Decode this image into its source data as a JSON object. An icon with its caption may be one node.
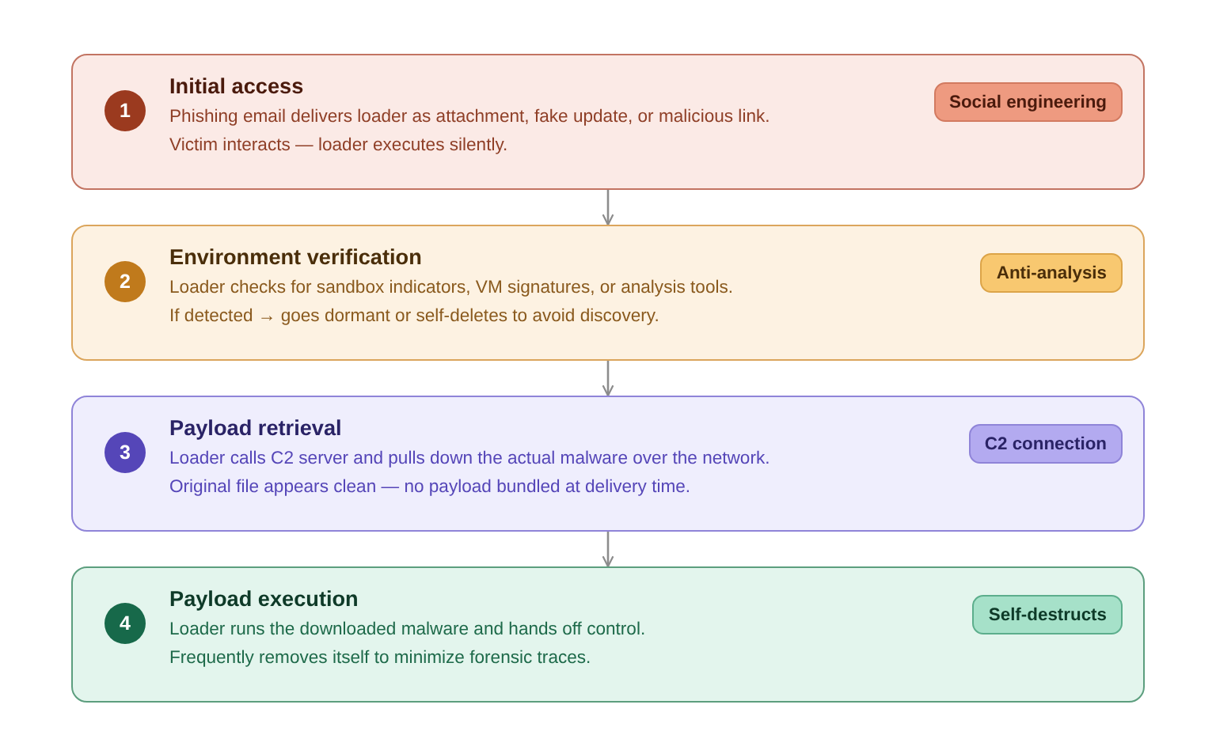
{
  "diagram": {
    "nodes": [
      {
        "text": [
          "Initial access",
          "Phishing email delivers loader as attachment, fake update, or malicious link.",
          "Victim interacts — loader executes silently."
        ]
      },
      {
        "text": [
          "1"
        ],
        "in": 0
      },
      {
        "text": [
          "Social engineering"
        ],
        "in": 0
      },
      {
        "text": [
          "Environment verification",
          "Loader checks for sandbox indicators, VM signatures, or analysis tools.",
          "If detected → goes dormant or self-deletes to avoid discovery."
        ]
      },
      {
        "text": [
          "2"
        ],
        "in": 3
      },
      {
        "text": [
          "Anti-analysis"
        ],
        "in": 3
      },
      {
        "text": [
          "Payload retrieval",
          "Loader calls C2 server and pulls down the actual malware over the network.",
          "Original file appears clean — no payload bundled at delivery time."
        ]
      },
      {
        "text": [
          "3"
        ],
        "in": 6
      },
      {
        "text": [
          "C2 connection"
        ],
        "in": 6
      },
      {
        "text": [
          "Payload execution",
          "Loader runs the downloaded malware and hands off control.",
          "Frequently removes itself to minimize forensic traces."
        ]
      },
      {
        "text": [
          "4"
        ],
        "in": 9
      },
      {
        "text": [
          "Self-destructs"
        ],
        "in": 9
      }
    ],
    "edges": [
      {
        "from": 0,
        "to": 3,
        "arrow": "to"
      },
      {
        "from": 3,
        "to": 6,
        "arrow": "to"
      },
      {
        "from": 6,
        "to": 9,
        "arrow": "to"
      }
    ]
  }
}
